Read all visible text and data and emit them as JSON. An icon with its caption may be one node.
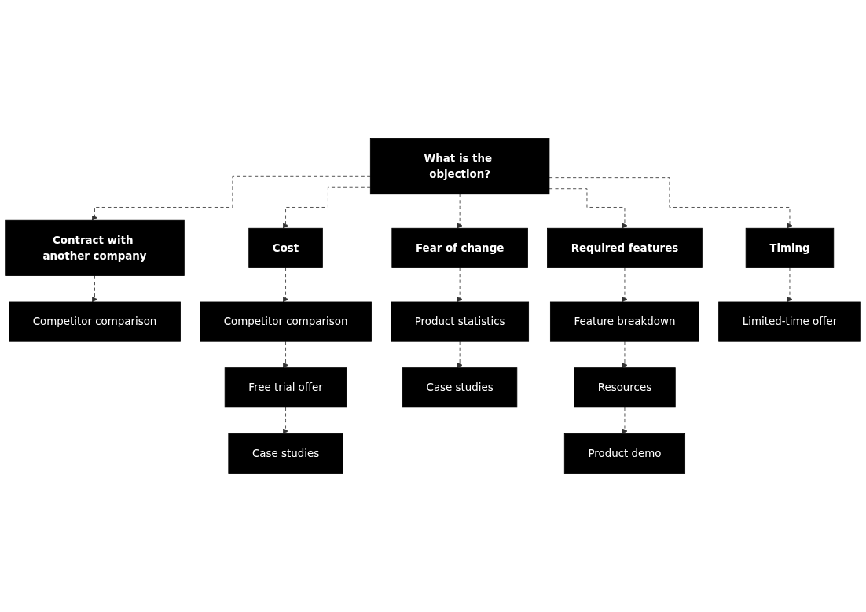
{
  "diagram": {
    "nodes": [
      {
        "text": [
          "What is the objection?"
        ]
      },
      {
        "text": [
          "Contract with another company"
        ]
      },
      {
        "text": [
          "Cost"
        ]
      },
      {
        "text": [
          "Fear of change"
        ]
      },
      {
        "text": [
          "Required features"
        ]
      },
      {
        "text": [
          "Timing"
        ]
      },
      {
        "text": [
          "Competitor comparison"
        ]
      },
      {
        "text": [
          "Competitor comparison"
        ]
      },
      {
        "text": [
          "Product statistics"
        ]
      },
      {
        "text": [
          "Feature breakdown"
        ]
      },
      {
        "text": [
          "Limited-time offer"
        ]
      },
      {
        "text": [
          "Free trial offer"
        ]
      },
      {
        "text": [
          "Case studies"
        ]
      },
      {
        "text": [
          "Resources"
        ]
      },
      {
        "text": [
          "Case studies"
        ]
      },
      {
        "text": [
          "Product demo"
        ]
      }
    ],
    "edges": [
      {
        "from": 0,
        "to": 1,
        "arrow": "to",
        "style": "dashed"
      },
      {
        "from": 0,
        "to": 2,
        "arrow": "to",
        "style": "dashed"
      },
      {
        "from": 0,
        "to": 3,
        "arrow": "to",
        "style": "dashed"
      },
      {
        "from": 0,
        "to": 4,
        "arrow": "to",
        "style": "dashed"
      },
      {
        "from": 0,
        "to": 5,
        "arrow": "to",
        "style": "dashed"
      },
      {
        "from": 1,
        "to": 6,
        "arrow": "to",
        "style": "dashed"
      },
      {
        "from": 2,
        "to": 7,
        "arrow": "to",
        "style": "dashed"
      },
      {
        "from": 3,
        "to": 8,
        "arrow": "to",
        "style": "dashed"
      },
      {
        "from": 4,
        "to": 9,
        "arrow": "to",
        "style": "dashed"
      },
      {
        "from": 5,
        "to": 10,
        "arrow": "to",
        "style": "dashed"
      },
      {
        "from": 7,
        "to": 11,
        "arrow": "to",
        "style": "dashed"
      },
      {
        "from": 8,
        "to": 12,
        "arrow": "to",
        "style": "dashed"
      },
      {
        "from": 9,
        "to": 13,
        "arrow": "to",
        "style": "dashed"
      },
      {
        "from": 11,
        "to": 14,
        "arrow": "to",
        "style": "dashed"
      },
      {
        "from": 13,
        "to": 15,
        "arrow": "to",
        "style": "dashed"
      }
    ]
  }
}
